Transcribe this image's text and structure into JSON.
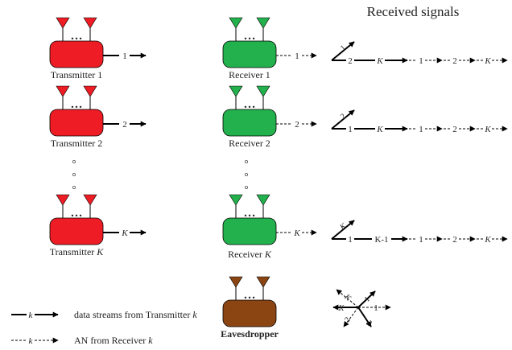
{
  "title": "Received signals",
  "transmitters": [
    {
      "label": "Transmitter 1",
      "stream": "1"
    },
    {
      "label": "Transmitter 2",
      "stream": "2"
    },
    {
      "label_prefix": "Transmitter ",
      "label_var": "K",
      "stream": "K"
    }
  ],
  "receivers": [
    {
      "label": "Receiver 1",
      "an": "1"
    },
    {
      "label": "Receiver 2",
      "an": "2"
    },
    {
      "label_prefix": "Receiver ",
      "label_var": "K",
      "an": "K"
    }
  ],
  "eavesdropper": {
    "label": "Eavesdropper"
  },
  "ellipsis": "…",
  "received": [
    {
      "diag": "1",
      "solid": [
        "2",
        "K"
      ],
      "dashed": [
        "1",
        "2",
        "K"
      ]
    },
    {
      "diag": "2",
      "solid": [
        "1",
        "K"
      ],
      "dashed": [
        "1",
        "2",
        "K"
      ]
    },
    {
      "diag": "K",
      "solid": [
        "1",
        "K-1"
      ],
      "dashed": [
        "1",
        "2",
        "K"
      ]
    }
  ],
  "eve_labels": {
    "solid_left": "K",
    "solid_ne": "1",
    "solid_se": "2",
    "dashed_nw": "K",
    "dashed_e": "1",
    "dashed_sw": "2"
  },
  "legend": [
    {
      "symbol": "k",
      "style": "solid",
      "prefix": "data streams from Transmitter ",
      "var": "k"
    },
    {
      "symbol": "k",
      "style": "dashed",
      "prefix": "AN from Receiver ",
      "var": "k"
    }
  ],
  "colors": {
    "transmitter": "#ee1c24",
    "receiver": "#22b14c",
    "eavesdropper": "#8b4513",
    "stroke": "#000000"
  }
}
